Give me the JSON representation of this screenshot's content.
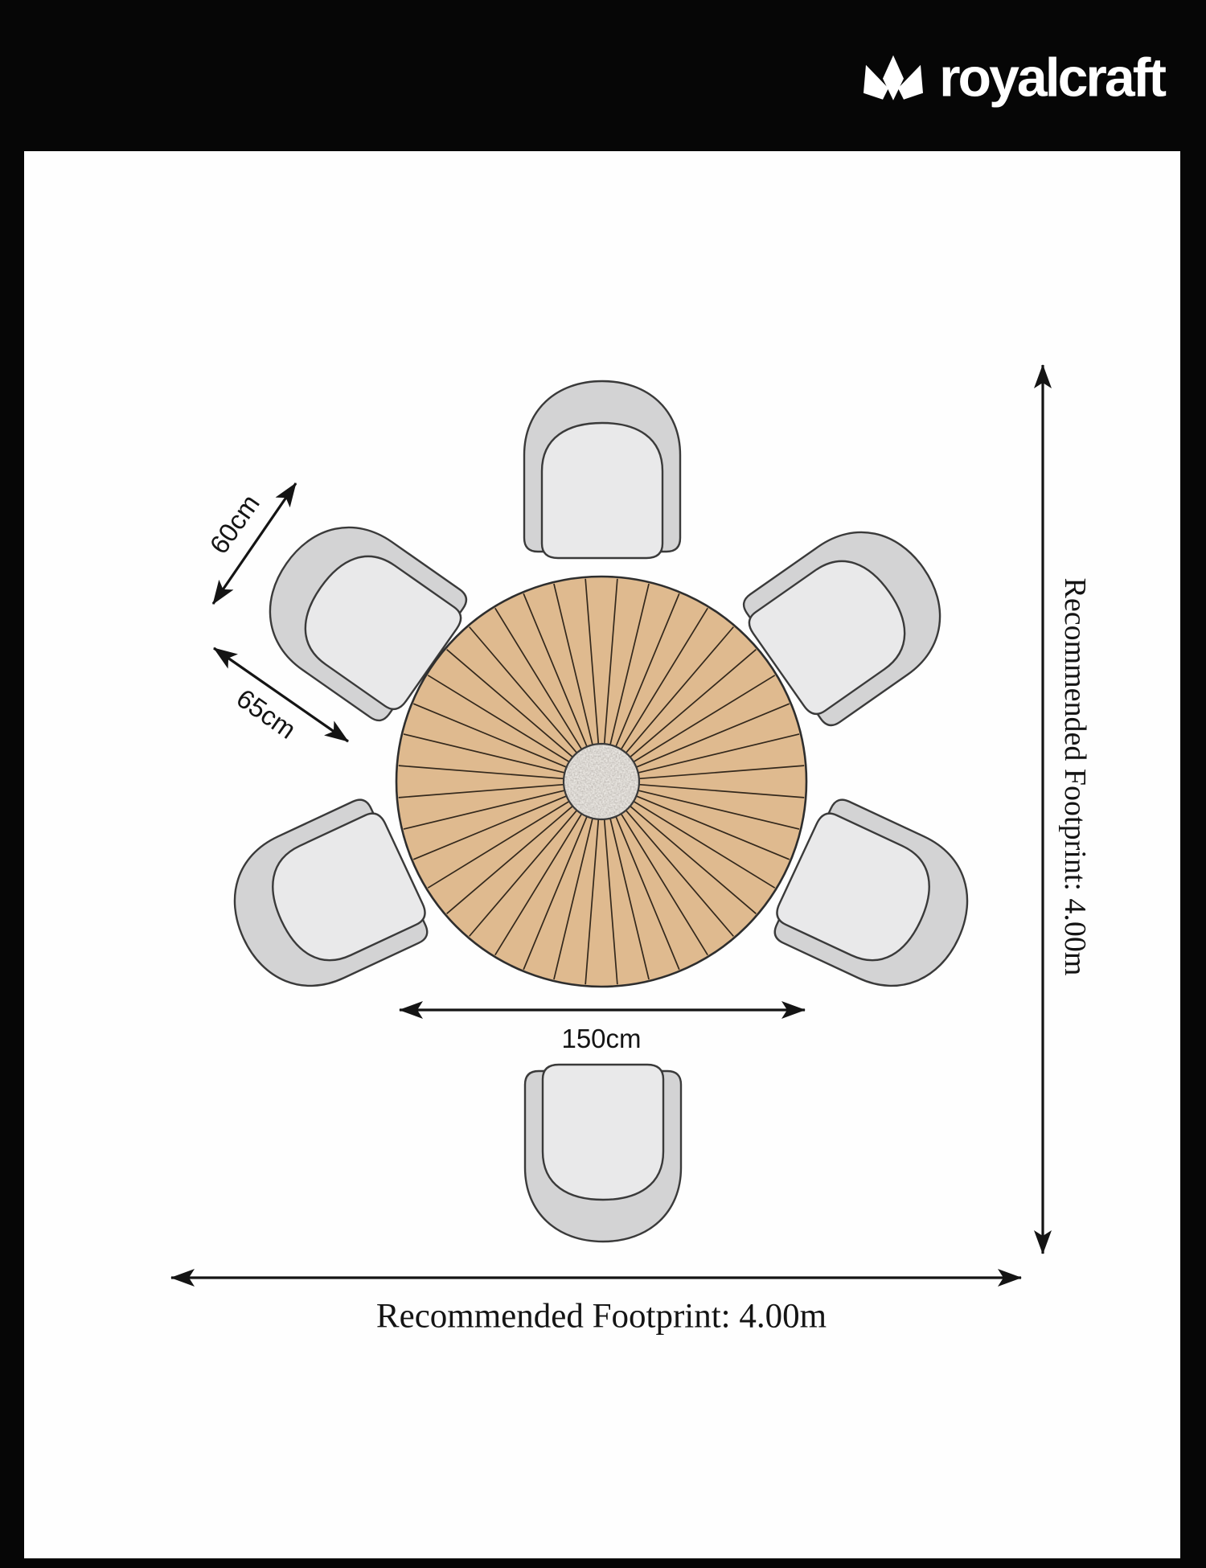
{
  "header": {
    "brand": "royalcraft",
    "logo_icon": "crown"
  },
  "diagram": {
    "product": "Round dining table with 6 tub chairs, top view",
    "labels": {
      "chair_width": "60cm",
      "chair_depth": "65cm",
      "table_diameter": "150cm",
      "footprint_right": "Recommended Footprint: 4.00m",
      "footprint_bottom": "Recommended Footprint: 4.00m"
    },
    "table": {
      "seats": 6,
      "spoke_count": 40
    },
    "colors": {
      "header_bg": "#060606",
      "canvas_bg": "#fefefe",
      "table_top": "#dfba8f",
      "table_line": "#33281c",
      "granite_center": "#ece9e4",
      "chair_shell": "#d3d3d4",
      "chair_seat": "#e9e9ea",
      "outline": "#3a3a3a",
      "arrow": "#141414",
      "text": "#141414"
    }
  }
}
